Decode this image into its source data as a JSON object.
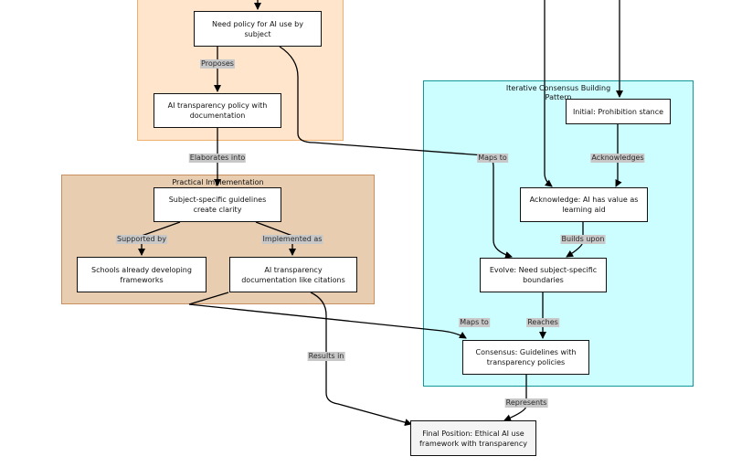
{
  "clusters": {
    "policy": {
      "title": ""
    },
    "practical": {
      "title": "Practical Implementation"
    },
    "iterative": {
      "title": "Iterative Consensus Building Pattern"
    }
  },
  "nodes": {
    "need_policy": "Need policy for AI use by subject",
    "ai_transparency_policy": "AI transparency policy with documentation",
    "subject_guidelines": "Subject-specific guidelines create clarity",
    "schools_developing": "Schools already developing frameworks",
    "ai_transparency_doc": "AI transparency documentation like citations",
    "initial_prohibition": "Initial: Prohibition stance",
    "acknowledge_value": "Acknowledge: AI has value as learning aid",
    "evolve_boundaries": "Evolve: Need subject-specific boundaries",
    "consensus": "Consensus: Guidelines with transparency policies",
    "final_position": "Final Position: Ethical AI use framework with transparency"
  },
  "edge_labels": {
    "proposes": "Proposes",
    "elaborates_into": "Elaborates into",
    "supported_by": "Supported by",
    "implemented_as": "Implemented as",
    "maps_to_1": "Maps to",
    "acknowledges": "Acknowledges",
    "builds_upon": "Builds upon",
    "maps_to_2": "Maps to",
    "reaches": "Reaches",
    "results_in": "Results in",
    "represents": "Represents"
  },
  "colors": {
    "policy_fill": "#ffe5cc",
    "policy_border": "#f0b070",
    "practical_fill": "#e8cdb0",
    "practical_border": "#c89060",
    "iterative_fill": "#ccfdff",
    "iterative_border": "#109898",
    "final_fill": "#f4f4f4",
    "edge": "#000000",
    "label_bg": "#c8c8c8"
  }
}
